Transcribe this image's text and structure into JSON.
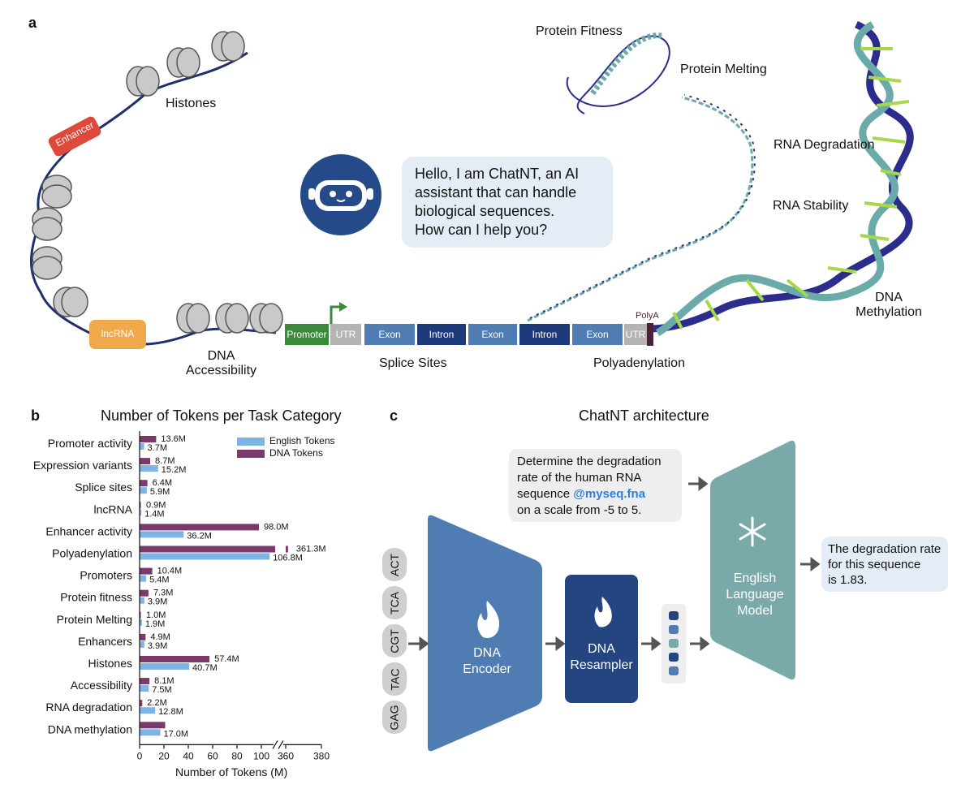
{
  "panel_a": {
    "letter": "a",
    "labels": {
      "histones": "Histones",
      "enhancer": "Enhancer",
      "lncrna": "lncRNA",
      "dna_accessibility_1": "DNA",
      "dna_accessibility_2": "Accessibility",
      "splice_sites": "Splice Sites",
      "polyadenylation": "Polyadenylation",
      "protein_fitness": "Protein Fitness",
      "protein_melting": "Protein Melting",
      "rna_degradation": "RNA Degradation",
      "rna_stability": "RNA Stability",
      "dna_methylation_1": "DNA",
      "dna_methylation_2": "Methylation",
      "polya": "PolyA"
    },
    "chat_bubble": [
      "Hello, I am ChatNT, an AI",
      "assistant that can handle",
      "biological sequences.",
      "How can I help you?"
    ],
    "gene_segments": [
      "Promoter",
      "UTR",
      "Exon",
      "Intron",
      "Exon",
      "Intron",
      "Exon",
      "UTR"
    ],
    "colors": {
      "promoter": "#3a8a3a",
      "utr": "#b4b4b4",
      "exon": "#4f7db3",
      "intron": "#1f3a7a",
      "enhancer": "#dd4a3c",
      "lncrna": "#f0a94a",
      "helix_dark": "#2c2c8c",
      "helix_teal": "#6aaaa8",
      "helix_green": "#a6d84a",
      "robot": "#244a8a"
    }
  },
  "panel_b": {
    "letter": "b",
    "legend": [
      "English Tokens",
      "DNA Tokens"
    ],
    "colors": {
      "english": "#7cb4e6",
      "dna": "#7b3a6c"
    }
  },
  "chart_data": {
    "type": "bar",
    "title": "Number of Tokens per Task Category",
    "xlabel": "Number of Tokens (M)",
    "ylabel": "",
    "orientation": "horizontal",
    "axis_break": [
      110,
      340
    ],
    "xticks": [
      "0",
      "20",
      "40",
      "60",
      "80",
      "100",
      "360",
      "380"
    ],
    "xlim": [
      0,
      380
    ],
    "categories": [
      "Promoter activity",
      "Expression variants",
      "Splice sites",
      "lncRNA",
      "Enhancer activity",
      "Polyadenylation",
      "Promoters",
      "Protein fitness",
      "Protein Melting",
      "Enhancers",
      "Histones",
      "Accessibility",
      "RNA degradation",
      "DNA methylation"
    ],
    "series": [
      {
        "name": "DNA Tokens",
        "values": [
          13.6,
          8.7,
          6.4,
          0.9,
          98.0,
          361.3,
          10.4,
          7.3,
          1.0,
          4.9,
          57.4,
          8.1,
          2.2,
          21.0
        ],
        "labels": [
          "13.6M",
          "8.7M",
          "6.4M",
          "0.9M",
          "98.0M",
          "361.3M",
          "10.4M",
          "7.3M",
          "1.0M",
          "4.9M",
          "57.4M",
          "8.1M",
          "2.2M",
          ""
        ]
      },
      {
        "name": "English Tokens",
        "values": [
          3.7,
          15.2,
          5.9,
          1.4,
          36.2,
          106.8,
          5.4,
          3.9,
          1.9,
          3.9,
          40.7,
          7.5,
          12.8,
          17.0
        ],
        "labels": [
          "3.7M",
          "15.2M",
          "5.9M",
          "1.4M",
          "36.2M",
          "106.8M",
          "5.4M",
          "3.9M",
          "1.9M",
          "3.9M",
          "40.7M",
          "7.5M",
          "12.8M",
          "17.0M"
        ]
      }
    ]
  },
  "panel_c": {
    "letter": "c",
    "title": "ChatNT architecture",
    "prompt_lines": [
      "Determine the degradation",
      "rate of the human RNA",
      "sequence ",
      "on a scale from -5 to 5."
    ],
    "prompt_highlight": "@myseq.fna",
    "tokens": [
      "ACT",
      "TCA",
      "CGT",
      "TAC",
      "GAG"
    ],
    "dna_encoder": [
      "DNA",
      "Encoder"
    ],
    "dna_resampler": [
      "DNA",
      "Resampler"
    ],
    "llm": [
      "English",
      "Language",
      "Model"
    ],
    "answer_lines": [
      "The degradation rate",
      "for this sequence",
      "is 1.83."
    ],
    "colors": {
      "encoder": "#4f7db3",
      "resampler": "#24457f",
      "llm": "#7aa9a9",
      "highlight": "#2f7fe0",
      "embed_dark": "#24457f",
      "embed_mid": "#4f7db3",
      "embed_teal": "#7aa9a9"
    }
  }
}
